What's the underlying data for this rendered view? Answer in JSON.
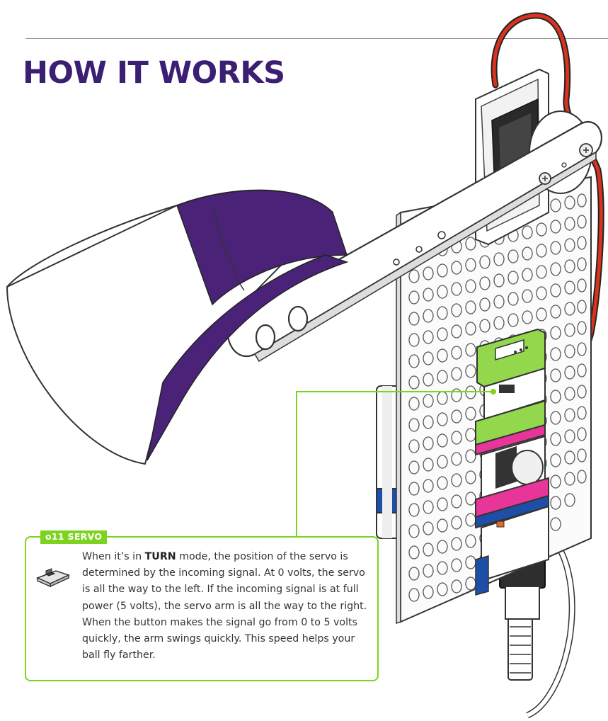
{
  "page": {
    "title": "HOW IT WORKS"
  },
  "callout": {
    "tag": "o11 SERVO",
    "text_before": "When it’s in ",
    "mode": "TURN",
    "text_after": " mode, the position of the servo is determined by the incoming signal. At 0 volts, the servo is all the way to the left. If the incoming signal is at full power (5 volts), the servo arm is all the way to the right. When the button makes the signal go from 0 to 5 volts quickly, the arm swings quickly. This speed helps your ball fly farther.",
    "icon": "switch-icon"
  },
  "colors": {
    "title": "#3b1f73",
    "callout_green": "#7ed321",
    "cup_band": "#4a2378",
    "bit_green": "#93d84c",
    "bit_pink": "#e8359a",
    "bit_blue": "#1e4fa8",
    "cable_red": "#d9321f"
  }
}
